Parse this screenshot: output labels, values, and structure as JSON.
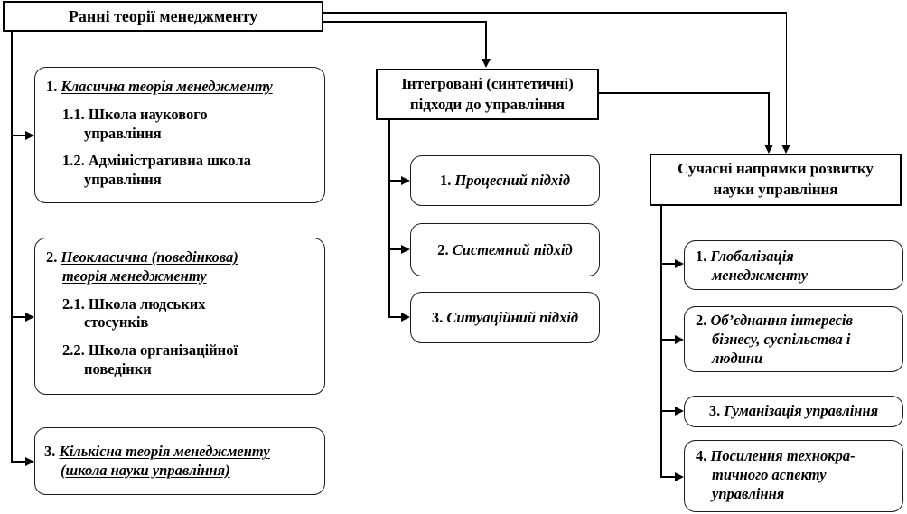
{
  "diagram": {
    "root": "Ранні теорії менеджменту",
    "integrated_header": {
      "line1": "Інтегровані (синтетичні)",
      "line2": "підходи до управління"
    },
    "modern_header": {
      "line1": "Сучасні напрямки розвитку",
      "line2": "науки управління"
    },
    "left": [
      {
        "num": "1.",
        "title1": "Класична теорія менеджменту",
        "title2": "",
        "items": [
          {
            "num": "1.1.",
            "l1": "Школа наукового",
            "l2": "управління"
          },
          {
            "num": "1.2.",
            "l1": "Адміністративна школа",
            "l2": "управління"
          }
        ]
      },
      {
        "num": "2.",
        "title1": "Неокласична (поведінкова)",
        "title2": "теорія менеджменту",
        "items": [
          {
            "num": "2.1.",
            "l1": "Школа людських",
            "l2": "стосунків"
          },
          {
            "num": "2.2.",
            "l1": "Школа організаційної",
            "l2": "поведінки"
          }
        ]
      },
      {
        "num": "3.",
        "title1": "Кількісна теорія менеджменту",
        "title2": "(школа науки управління)",
        "items": []
      }
    ],
    "integrated_items": [
      {
        "num": "1.",
        "label": "Процесний підхід"
      },
      {
        "num": "2.",
        "label": "Системний підхід"
      },
      {
        "num": "3.",
        "label": "Ситуаційний підхід"
      }
    ],
    "modern_items": [
      {
        "num": "1.",
        "lines": [
          "Глобалізація",
          "менеджменту"
        ]
      },
      {
        "num": "2.",
        "lines": [
          "Об’єднання інтересів",
          "бізнесу, суспільства і",
          "людини"
        ]
      },
      {
        "num": "3.",
        "lines": [
          "Гуманізація управління"
        ]
      },
      {
        "num": "4.",
        "lines": [
          "Посилення технокра-",
          "тичного аспекту",
          "управління"
        ]
      }
    ]
  }
}
